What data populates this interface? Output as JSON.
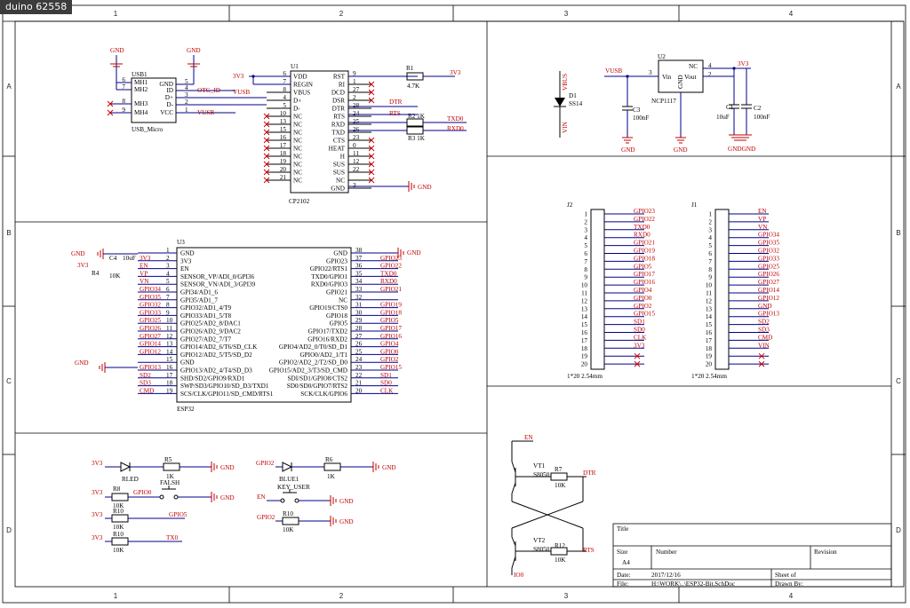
{
  "window": {
    "tab_title": "duino 62558"
  },
  "frame": {
    "columns": [
      "1",
      "2",
      "3",
      "4"
    ],
    "rows": [
      "A",
      "B",
      "C",
      "D"
    ]
  },
  "usb": {
    "ref": "USB1",
    "name": "USB_Micro",
    "gnd_top1": "GND",
    "gnd_top2": "GND",
    "pins_left": [
      {
        "n": "6",
        "t": "MH1"
      },
      {
        "n": "7",
        "t": "MH2"
      },
      {
        "n": "8",
        "t": "MH3"
      },
      {
        "n": "9",
        "t": "MH4"
      }
    ],
    "pins_right": [
      {
        "n": "5",
        "t": "GND"
      },
      {
        "n": "4",
        "t": "ID"
      },
      {
        "n": "3",
        "t": "D+"
      },
      {
        "n": "2",
        "t": "D-"
      },
      {
        "n": "1",
        "t": "VCC"
      }
    ],
    "net_otg": "OTG_ID",
    "net_vusb": "VUSB"
  },
  "cp2102": {
    "ref": "U1",
    "name": "CP2102",
    "left": [
      {
        "n": "6",
        "t": "VDD",
        "net": "3V3"
      },
      {
        "n": "7",
        "t": "REGIN",
        "net": ""
      },
      {
        "n": "8",
        "t": "VBUS",
        "net": "VUSB"
      },
      {
        "n": "4",
        "t": "D+",
        "net": ""
      },
      {
        "n": "5",
        "t": "D-",
        "net": ""
      },
      {
        "n": "10",
        "t": "NC",
        "net": ""
      },
      {
        "n": "13",
        "t": "NC",
        "net": ""
      },
      {
        "n": "15",
        "t": "NC",
        "net": ""
      },
      {
        "n": "16",
        "t": "NC",
        "net": ""
      },
      {
        "n": "17",
        "t": "NC",
        "net": ""
      },
      {
        "n": "18",
        "t": "NC",
        "net": ""
      },
      {
        "n": "19",
        "t": "NC",
        "net": ""
      },
      {
        "n": "20",
        "t": "NC",
        "net": ""
      },
      {
        "n": "21",
        "t": "NC",
        "net": ""
      }
    ],
    "right": [
      {
        "n": "9",
        "t": "RST"
      },
      {
        "n": "1",
        "t": "RI"
      },
      {
        "n": "27",
        "t": "DCD"
      },
      {
        "n": "2",
        "t": "DSR"
      },
      {
        "n": "28",
        "t": "DTR"
      },
      {
        "n": "24",
        "t": "RTS"
      },
      {
        "n": "25",
        "t": "RXD"
      },
      {
        "n": "26",
        "t": "TXD"
      },
      {
        "n": "23",
        "t": "CTS"
      },
      {
        "n": "0",
        "t": "HEAT"
      },
      {
        "n": "11",
        "t": "H"
      },
      {
        "n": "12",
        "t": "SUS"
      },
      {
        "n": "22",
        "t": "SUS"
      },
      {
        "n": "",
        "t": "NC"
      },
      {
        "n": "3",
        "t": "GND"
      }
    ],
    "r1": "R1",
    "r1v": "4.7K",
    "r1net": "3V3",
    "r2": "R2 1K",
    "r3": "R3 1K",
    "dtr": "DTR",
    "rts": "RTS",
    "txd0": "TXD0",
    "rxd0": "RXD0",
    "gnd": "GND"
  },
  "power": {
    "d1": "D1",
    "d1v": "SS14",
    "vbus_l": "VBUS",
    "vin_l": "VIN",
    "vusb": "VUSB",
    "u2": "U2",
    "u2name": "NCP1117",
    "vin": "Vin",
    "vout": "Vout",
    "nc": "NC",
    "gndp": "GND",
    "p3": "3",
    "p4": "4",
    "p2": "2",
    "c3": "C3",
    "c3v": "100nF",
    "c1": "C1",
    "c1v": "10uF",
    "c2": "C2",
    "c2v": "100nF",
    "out": "3V3",
    "gnd1": "GND",
    "gnd2": "GND",
    "gnd3": "GNDGND"
  },
  "esp32": {
    "ref": "U3",
    "name": "ESP32",
    "left": [
      {
        "n": "1",
        "t": "GND",
        "net": ""
      },
      {
        "n": "2",
        "t": "3V3",
        "net": "3V3"
      },
      {
        "n": "3",
        "t": "EN",
        "net": "EN"
      },
      {
        "n": "4",
        "t": "SENSOR_VP/ADI_0/GPI36",
        "net": "VP"
      },
      {
        "n": "5",
        "t": "SENSOR_VN/ADI_3/GPI39",
        "net": "VN"
      },
      {
        "n": "6",
        "t": "GPI34/AD1_6",
        "net": "GPIO34"
      },
      {
        "n": "7",
        "t": "GPI35/AD1_7",
        "net": "GPIO35"
      },
      {
        "n": "8",
        "t": "GPIO32/AD1_4/T9",
        "net": "GPIO32"
      },
      {
        "n": "9",
        "t": "GPIO33/AD1_5/T8",
        "net": "GPIO33"
      },
      {
        "n": "10",
        "t": "GPIO25/AD2_8/DAC1",
        "net": "GPIO25"
      },
      {
        "n": "11",
        "t": "GPIO26/AD2_9/DAC2",
        "net": "GPIO26"
      },
      {
        "n": "12",
        "t": "GPIO27/AD2_7/T7",
        "net": "GPIO27"
      },
      {
        "n": "13",
        "t": "GPIO14/AD2_6/T6/SD_CLK",
        "net": "GPIO14"
      },
      {
        "n": "14",
        "t": "GPIO12/AD2_5/T5/SD_D2",
        "net": "GPIO12"
      },
      {
        "n": "15",
        "t": "GND",
        "net": ""
      },
      {
        "n": "16",
        "t": "GPIO13/AD2_4/T4/SD_D3",
        "net": "GPIO13"
      },
      {
        "n": "17",
        "t": "SHD/SD2/GPIO9/RXD1",
        "net": "SD2"
      },
      {
        "n": "18",
        "t": "SWP/SD3/GPIO10/SD_D3/TXD1",
        "net": "SD3"
      },
      {
        "n": "19",
        "t": "SCS/CLK/GPIO11/SD_CMD/RTS1",
        "net": "CMD"
      }
    ],
    "right": [
      {
        "n": "38",
        "t": "GND",
        "net": ""
      },
      {
        "n": "37",
        "t": "GPIO23",
        "net": "GPIO23"
      },
      {
        "n": "36",
        "t": "GPIO22/RTS1",
        "net": "GPIO22"
      },
      {
        "n": "35",
        "t": "TXD0/GPIO1",
        "net": "TXD0"
      },
      {
        "n": "34",
        "t": "RXD0/GPIO3",
        "net": "RXD0"
      },
      {
        "n": "33",
        "t": "GPIO21",
        "net": "GPIO21"
      },
      {
        "n": "32",
        "t": "NC",
        "net": ""
      },
      {
        "n": "31",
        "t": "GPIO19/CTS0",
        "net": "GPIO19"
      },
      {
        "n": "30",
        "t": "GPIO18",
        "net": "GPIO18"
      },
      {
        "n": "29",
        "t": "GPIO5",
        "net": "GPIO5"
      },
      {
        "n": "28",
        "t": "GPIO17/TXD2",
        "net": "GPIO17"
      },
      {
        "n": "27",
        "t": "GPIO16/RXD2",
        "net": "GPIO16"
      },
      {
        "n": "26",
        "t": "GPIO4/AD2_0/T0/SD_D1",
        "net": "GPIO4"
      },
      {
        "n": "25",
        "t": "GPIO0/AD2_1/T1",
        "net": "GPIO0"
      },
      {
        "n": "24",
        "t": "GPIO2/AD2_2/T2/SD_D0",
        "net": "GPIO2"
      },
      {
        "n": "23",
        "t": "GPIO15/AD2_3/T3/SD_CMD",
        "net": "GPIO15"
      },
      {
        "n": "22",
        "t": "SDI/SD1/GPIO8/CTS2",
        "net": "SD1"
      },
      {
        "n": "21",
        "t": "SD0/SD0/GPIO7/RTS2",
        "net": "SD0"
      },
      {
        "n": "20",
        "t": "SCK/CLK/GPIO6",
        "net": "CLK"
      }
    ],
    "c4": "C4",
    "c4v": "10uF",
    "r4": "R4",
    "r4v": "10K",
    "v3": "3V3",
    "gnd": "GND"
  },
  "j2": {
    "ref": "J2",
    "footer": "1*20 2.54mm",
    "pins": [
      "GPIO23",
      "GPIO22",
      "TXD0",
      "RXD0",
      "GPIO21",
      "GPIO19",
      "GPIO18",
      "GPIO5",
      "GPIO17",
      "GPIO16",
      "GPIO4",
      "GPIO0",
      "GPIO2",
      "GPIO15",
      "SD1",
      "SD0",
      "CLK",
      "3V3",
      "",
      ""
    ]
  },
  "j1": {
    "ref": "J1",
    "footer": "1*20 2.54mm",
    "pins": [
      "EN",
      "VP",
      "VN",
      "GPIO34",
      "GPIO35",
      "GPIO32",
      "GPIO33",
      "GPIO25",
      "GPIO26",
      "GPIO27",
      "GPIO14",
      "GPIO12",
      "GND",
      "GPIO13",
      "SD2",
      "SD3",
      "CMD",
      "VIN",
      "",
      ""
    ]
  },
  "leds": {
    "rled": "RLED",
    "r5": "R5",
    "r5v": "1K",
    "v3a": "3V3",
    "blue": "BLUE1",
    "r6": "R6",
    "r6v": "1K",
    "gpio2": "GPIO2",
    "falsh": "FALSH",
    "r8": "R8",
    "r8v": "10K",
    "gpio0": "GPIO0",
    "v3b": "3V3",
    "key": "KEY_USER",
    "en": "EN",
    "r10": "R10",
    "r10v": "10K",
    "gpio2b": "GPIO2",
    "v3c": "3V3",
    "r10b": "R10",
    "r10bv": "10K",
    "gpio5": "GPIO5",
    "v3d": "3V3",
    "r10c": "R10",
    "r10cv": "10K",
    "tx0": "TX0",
    "gnd": "GND"
  },
  "autoreset": {
    "en": "EN",
    "vt1": "VT1",
    "s1": "S8050",
    "r7": "R7",
    "r7v": "10K",
    "dtr": "DTR",
    "vt2": "VT2",
    "s2": "S8050",
    "r12": "R12",
    "r12v": "10K",
    "rts": "RTS",
    "io0": "IO0"
  },
  "titleblock": {
    "title": "Title",
    "size": "Size",
    "size_v": "A4",
    "number": "Number",
    "revision": "Revision",
    "date": "Date:",
    "date_v": "2017/12/16",
    "sheet": "Sheet  of",
    "file": "File:",
    "file_v": "H:\\WORK\\..\\ESP32-Bit.SchDoc",
    "drawn": "Drawn By:"
  }
}
